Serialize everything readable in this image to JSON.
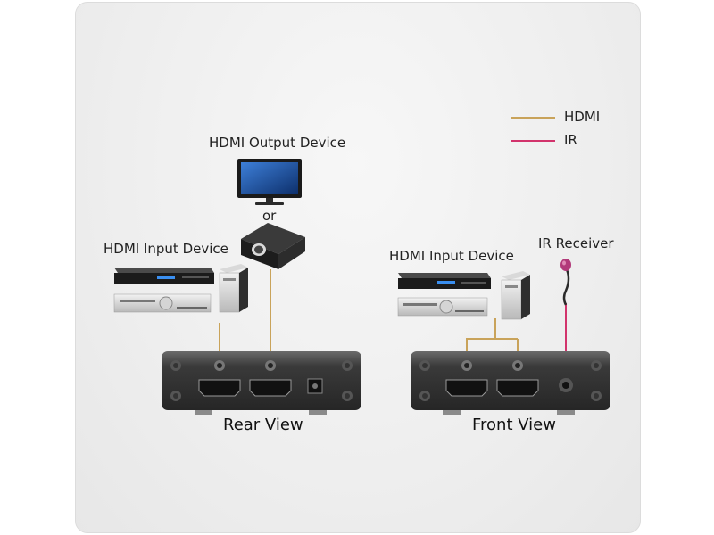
{
  "legend": {
    "hdmi": {
      "label": "HDMI",
      "color": "#c9a35a"
    },
    "ir": {
      "label": "IR",
      "color": "#d2336c"
    }
  },
  "rear": {
    "output_label": "HDMI Output Device",
    "or_label": "or",
    "input_label": "HDMI Input Device",
    "view_label": "Rear View"
  },
  "front": {
    "input_label": "HDMI Input Device",
    "ir_label": "IR Receiver",
    "view_label": "Front View"
  }
}
